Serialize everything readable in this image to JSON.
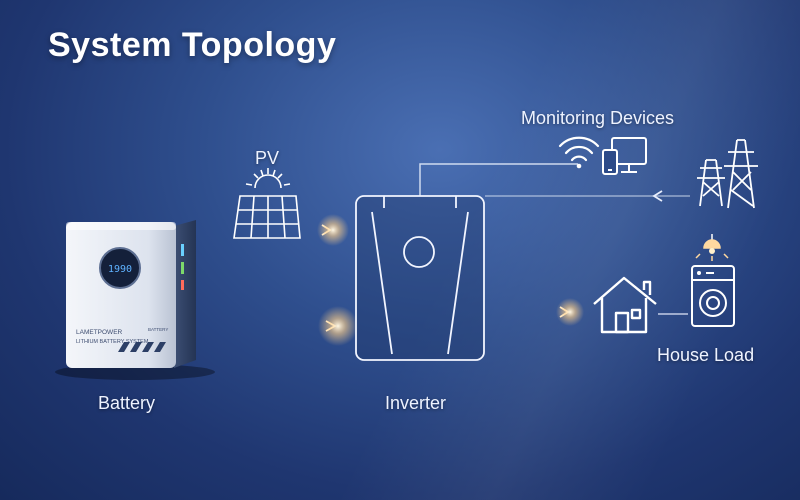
{
  "title": "System Topology",
  "labels": {
    "pv": "PV",
    "battery": "Battery",
    "inverter": "Inverter",
    "monitoring": "Monitoring Devices",
    "house_load": "House Load"
  },
  "battery_unit": {
    "display_value": "1990",
    "brand_text": "LAMETPOWER",
    "model_text": "LITHIUM BATTERY SYSTEM",
    "badge_text": "BATTERY"
  },
  "icons": [
    "solar-panel-icon",
    "wifi-icon",
    "computer-monitor-icon",
    "mobile-phone-icon",
    "power-tower-icon",
    "house-icon",
    "ceiling-lamp-icon",
    "washing-machine-icon"
  ],
  "colors": {
    "accent_glow": "#ffd9a0",
    "line": "#e8eefc",
    "background": "#2f4f8e"
  }
}
